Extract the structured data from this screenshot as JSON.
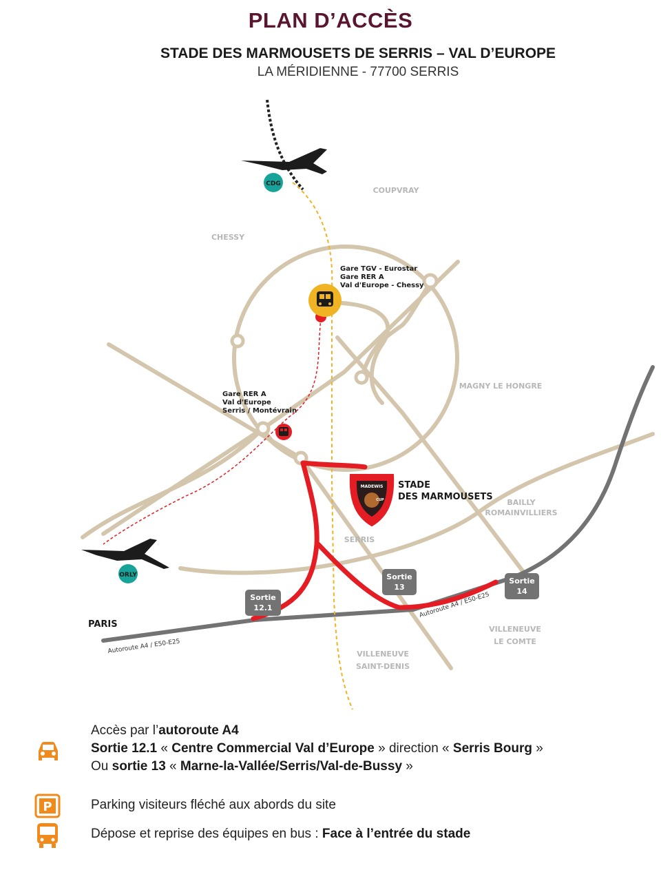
{
  "header": {
    "title": "PLAN D’ACCÈS",
    "subtitle": "STADE DES MARMOUSETS DE SERRIS – VAL D’EUROPE",
    "address": "LA MÉRIDIENNE - 77700 SERRIS"
  },
  "map": {
    "towns": {
      "coupvray": "COUPVRAY",
      "chessy": "CHESSY",
      "magny": "MAGNY LE HONGRE",
      "bailly_1": "BAILLY",
      "bailly_2": "ROMAINVILLIERS",
      "serris": "SERRIS",
      "villeneuve_sd_1": "VILLENEUVE",
      "villeneuve_sd_2": "SAINT-DENIS",
      "villeneuve_lc_1": "VILLENEUVE",
      "villeneuve_lc_2": "LE COMTE",
      "paris": "PARIS"
    },
    "airports": {
      "cdg": "CDG",
      "orly": "ORLY"
    },
    "stations": {
      "tgv_1": "Gare TGV - Eurostar",
      "tgv_2": "Gare RER A",
      "tgv_3": "Val d'Europe - Chessy",
      "rer_1": "Gare RER A",
      "rer_2": "Val d'Europe",
      "rer_3": "Serris / Montévrain"
    },
    "stadium": {
      "line1": "STADE",
      "line2": "DES MARMOUSETS",
      "badge_1": "MADEWIS",
      "badge_2": "CUP"
    },
    "exits": {
      "e121_a": "Sortie",
      "e121_b": "12.1",
      "e13_a": "Sortie",
      "e13_b": "13",
      "e14_a": "Sortie",
      "e14_b": "14"
    },
    "roads": {
      "a4_west": "Autoroute A4  /  E50-E25",
      "a4_east": "Autoroute A4  /  E50-E25"
    },
    "colors": {
      "roads": "#d3c6ad",
      "highway": "#737373",
      "route": "#e41d24",
      "train": "#f0b323",
      "accent": "#f08a1c",
      "title": "#5a1530"
    }
  },
  "info": {
    "car_l1_pre": "Accès par l’",
    "car_l1_b": "autoroute A4",
    "car_l2_b1": "Sortie 12.1",
    "car_l2_t1": " « ",
    "car_l2_b2": "Centre Commercial Val d’Europe",
    "car_l2_t2": " » direction  « ",
    "car_l2_b3": "Serris Bourg",
    "car_l2_t3": " »",
    "car_l3_t1": "Ou ",
    "car_l3_b1": "sortie 13",
    "car_l3_t2": " «  ",
    "car_l3_b2": "Marne-la-Vallée/Serris/Val-de-Bussy",
    "car_l3_t3": " »",
    "parking": "Parking visiteurs fléché aux abords du site",
    "bus_pre": "Dépose et reprise des équipes en bus : ",
    "bus_b": "Face à l’entrée du stade"
  },
  "icons": {
    "car": "car-icon",
    "parking": "parking-icon",
    "bus": "bus-icon"
  }
}
